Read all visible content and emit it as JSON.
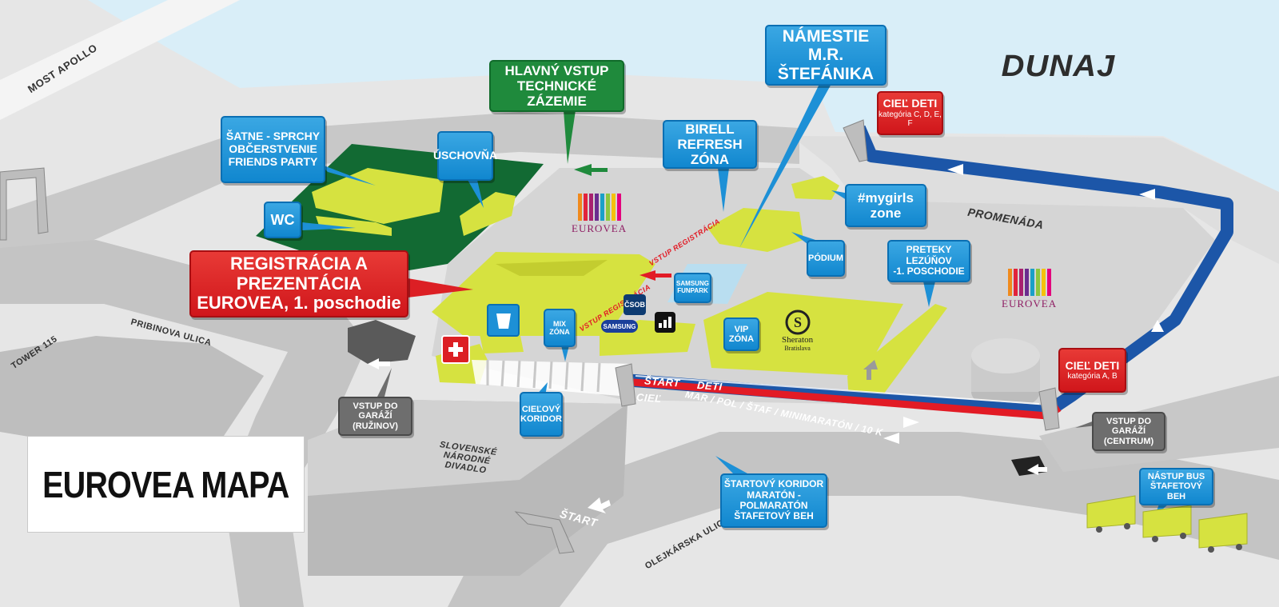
{
  "title": "EUROVEA MAPA",
  "river": "DUNAJ",
  "colors": {
    "river": "#d9eef8",
    "route_blue": "#1c56a8",
    "route_red": "#e21b25",
    "venue_yellow": "#d6e240",
    "green_zone": "#126a33",
    "label_blue": "#1d90d6",
    "label_red": "#dc1f24",
    "label_green": "#1f8a3c",
    "label_gray": "#6e6e6e"
  },
  "streets": {
    "most_apollo": "MOST APOLLO",
    "tower_115": "TOWER 115",
    "pribinova": "PRIBINOVA ULICA",
    "olejkarska": "OLEJKÁRSKA ULICA",
    "promenada": "PROMENÁDA",
    "snd_line1": "SLOVENSKÉ",
    "snd_line2": "NÁRODNÉ",
    "snd_line3": "DIVADLO"
  },
  "labels": {
    "satne": [
      "ŠATNE - SPRCHY",
      "OBČERSTVENIE",
      "FRIENDS PARTY"
    ],
    "wc": "WC",
    "uschovna": "ÚSCHOVŇA",
    "hlavny_vstup": [
      "HLAVNÝ VSTUP",
      "TECHNICKÉ ZÁZEMIE"
    ],
    "namestie": [
      "NÁMESTIE",
      "M.R. ŠTEFÁNIKA"
    ],
    "birell": [
      "BIRELL",
      "REFRESH ZÓNA"
    ],
    "mygirls": [
      "#mygirls",
      "zone"
    ],
    "podium": "PÓDIUM",
    "preteky": [
      "PRETEKY LEZÚŇOV",
      "-1. POSCHODIE"
    ],
    "registracia": [
      "REGISTRÁCIA A PREZENTÁCIA",
      "EUROVEA, 1. poschodie"
    ],
    "samsung_funpark": [
      "SAMSUNG",
      "FUNPARK"
    ],
    "mix_zona": [
      "MIX",
      "ZÓNA"
    ],
    "vip_zona": [
      "VIP",
      "ZÓNA"
    ],
    "cielovy_koridor": [
      "CIEĽOVÝ",
      "KORIDOR"
    ],
    "vstup_garazi_ruzinov": [
      "VSTUP DO GARÁŽÍ",
      "(RUŽINOV)"
    ],
    "vstup_garazi_centrum": [
      "VSTUP DO GARÁŽÍ",
      "(CENTRUM)"
    ],
    "ciel_deti_cdef": {
      "title": "CIEĽ DETI",
      "sub": "kategória C, D, E, F"
    },
    "ciel_deti_ab": {
      "title": "CIEĽ DETI",
      "sub": "kategória A, B"
    },
    "startovy_koridor": [
      "ŠTARTOVÝ KORIDOR",
      "MARATÓN - POLMARATÓN",
      "ŠTAFETOVÝ BEH"
    ],
    "nastup_bus": [
      "NÁSTUP BUS",
      "ŠTAFETOVÝ BEH"
    ],
    "vstup_registracia_1": "VSTUP REGISTRÁCIA",
    "vstup_registracia_2": "VSTUP REGISTRÁCIA"
  },
  "route_text": {
    "start": "ŠTART",
    "deti": "DETI",
    "ciel": "CIEĽ",
    "races": "MAR / POL / ŠTAF / MINIMARATÓN / 10 K",
    "start_road": "ŠTART"
  },
  "brands": {
    "eurovea": "EUROVEA",
    "csob": "ČSOB",
    "samsung": "SAMSUNG",
    "sheraton": "Sheraton",
    "sheraton_sub": "Bratislava",
    "icons": [
      "first-aid-icon",
      "cup-icon",
      "adidas-logo-icon",
      "sheraton-logo-icon"
    ]
  }
}
